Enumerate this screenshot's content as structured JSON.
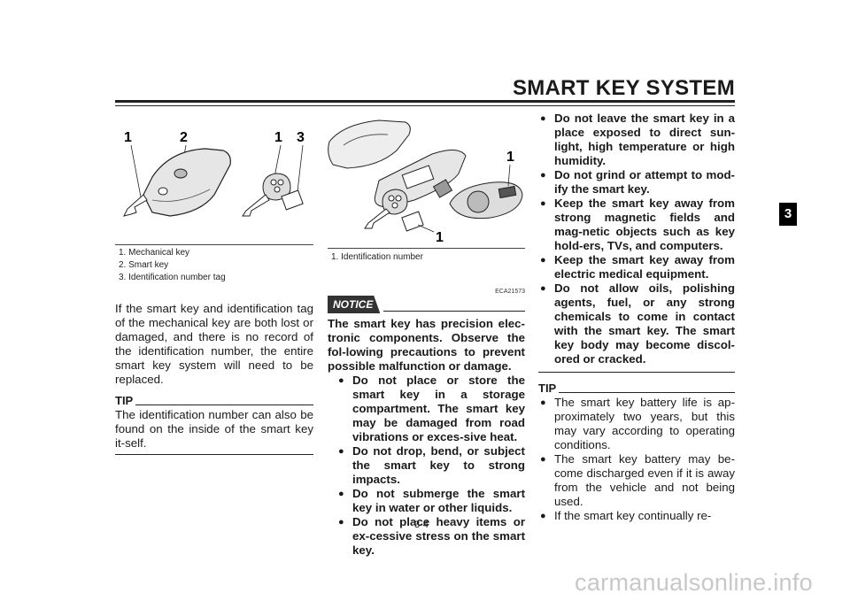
{
  "header": {
    "title": "SMART KEY SYSTEM"
  },
  "chapter_tab": "3",
  "figure1": {
    "callouts": [
      "1",
      "2",
      "1",
      "3"
    ],
    "captions": [
      "1. Mechanical key",
      "2. Smart key",
      "3. Identification number tag"
    ]
  },
  "figure2": {
    "callouts": [
      "1",
      "1"
    ],
    "captions": [
      "1. Identification number"
    ]
  },
  "col1": {
    "paragraph": "If the smart key and identification tag of the mechanical key are both lost or damaged, and there is no record of the identification number, the entire smart key system will need to be replaced.",
    "tip_label": "TIP",
    "tip_text": "The identification number can also be found on the inside of the smart key it-self."
  },
  "col2": {
    "notice_label": "NOTICE",
    "notice_code": "ECA21573",
    "notice_intro": "The smart key has precision elec-tronic components. Observe the fol-lowing precautions to prevent possible malfunction or damage.",
    "bullets": [
      "Do not place or store the smart key in a storage compartment. The smart key may be damaged from road vibrations or exces-sive heat.",
      "Do not drop, bend, or subject the smart key to strong impacts.",
      "Do not submerge the smart key in water or other liquids.",
      "Do not place heavy items or ex-cessive stress on the smart key."
    ]
  },
  "col3": {
    "bullets": [
      "Do not leave the smart key in a place exposed to direct sun-light, high temperature or high humidity.",
      "Do not grind or attempt to mod-ify the smart key.",
      "Keep the smart key away from strong magnetic fields and mag-netic objects such as key hold-ers, TVs, and computers.",
      "Keep the smart key away from electric medical equipment.",
      "Do not allow oils, polishing agents, fuel, or any strong chemicals to come in contact with the smart key. The smart key body may become discol-ored or cracked."
    ],
    "tip_label": "TIP",
    "tip_bullets": [
      "The smart key battery life is ap-proximately two years, but this may vary according to operating conditions.",
      "The smart key battery may be-come discharged even if it is away from the vehicle and not being used.",
      "If the smart key continually re-"
    ]
  },
  "footer": {
    "page_number": "3-4"
  },
  "watermark": "carmanualsonline.info"
}
